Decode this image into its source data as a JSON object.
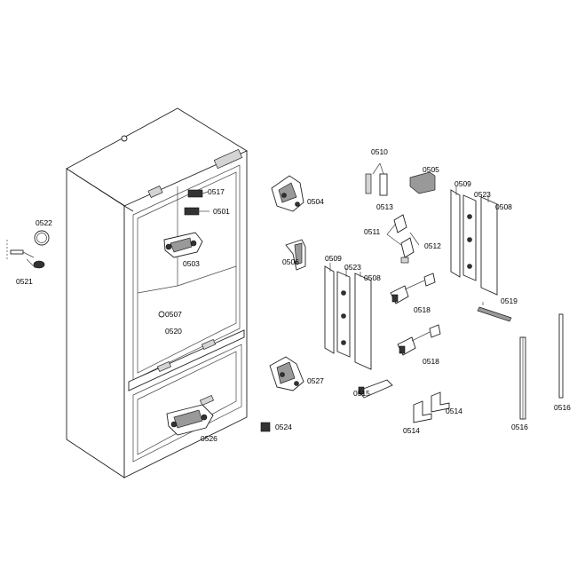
{
  "labels": {
    "p0517": "0517",
    "p0501": "0501",
    "p0503": "0503",
    "p0507": "0507",
    "p0520": "0520",
    "p0526": "0526",
    "p0522": "0522",
    "p0521": "0521",
    "p0504": "0504",
    "p0506": "0506",
    "p0527": "0527",
    "p0524": "0524",
    "p0510": "0510",
    "p0505": "0505",
    "p0513": "0513",
    "p0511": "0511",
    "p0512": "0512",
    "p0509a": "0509",
    "p0523a": "0523",
    "p0508a": "0508",
    "p0509b": "0509",
    "p0523b": "0523",
    "p0508b": "0508",
    "p0518a": "0518",
    "p0518b": "0518",
    "p0519": "0519",
    "p0515": "0515",
    "p0514a": "0514",
    "p0514b": "0514",
    "p0516a": "0516",
    "p0516b": "0516"
  }
}
